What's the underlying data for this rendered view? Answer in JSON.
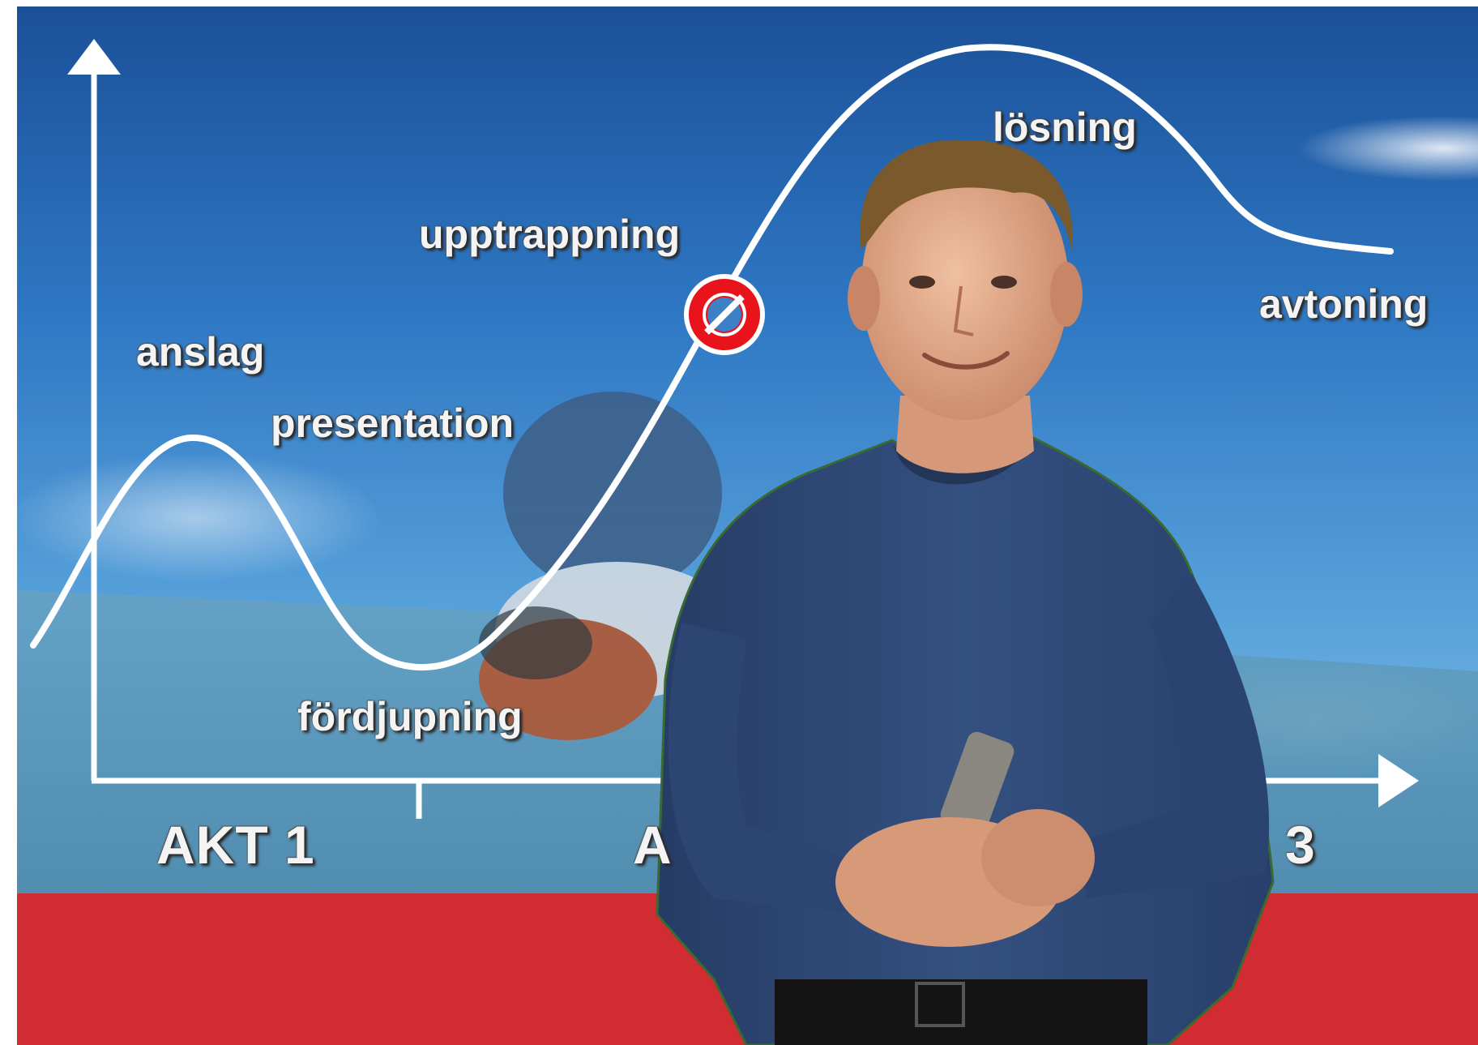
{
  "scene": {
    "colors": {
      "sky_top": "#1f5ca2",
      "sky_mid": "#3d8ad0",
      "sky_low": "#8ec4e8",
      "banner": "#d02c31",
      "curve": "#ffffff",
      "marker_ring": "#e8131b",
      "shirt": "#304a78"
    }
  },
  "chart_data": {
    "type": "line",
    "acts": [
      "AKT 1",
      "A",
      "3"
    ],
    "phases": [
      "anslag",
      "presentation",
      "fördjupning",
      "upptrappning",
      "lösning",
      "avtoning"
    ]
  }
}
